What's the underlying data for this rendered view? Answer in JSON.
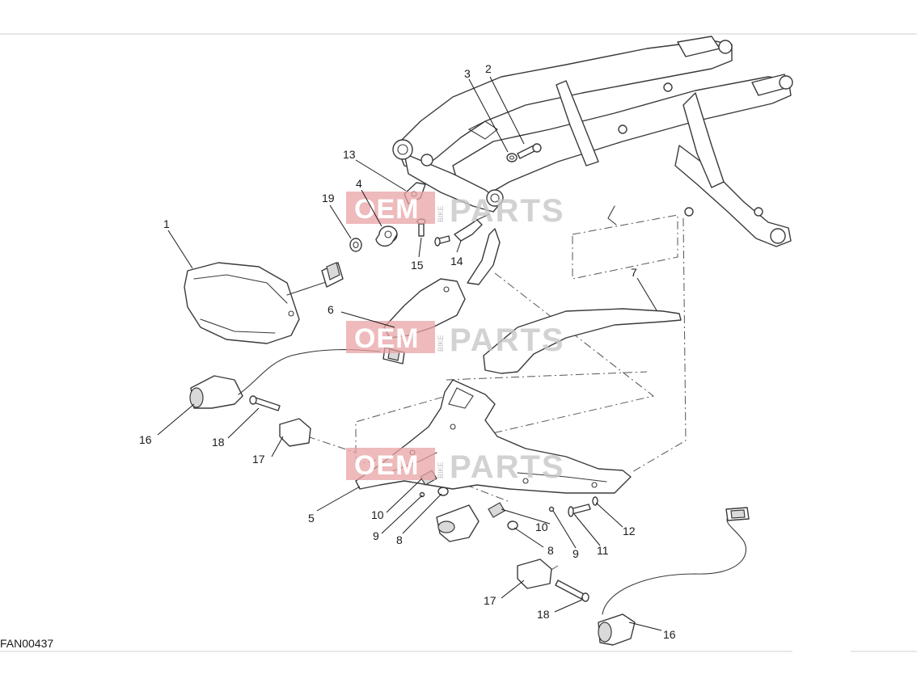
{
  "diagram": {
    "drawing_code": "FAN00437",
    "callouts": [
      "1",
      "2",
      "3",
      "4",
      "5",
      "6",
      "7",
      "8",
      "8",
      "9",
      "9",
      "10",
      "10",
      "11",
      "12",
      "13",
      "14",
      "15",
      "16",
      "16",
      "17",
      "17",
      "18",
      "18",
      "19"
    ],
    "watermark": {
      "left": "OEM",
      "vertical": "BIKE",
      "right": "PARTS",
      "box_color": "#e8a3a6"
    },
    "colors": {
      "line": "#3a3a3a",
      "text": "#1a1a1a"
    }
  }
}
